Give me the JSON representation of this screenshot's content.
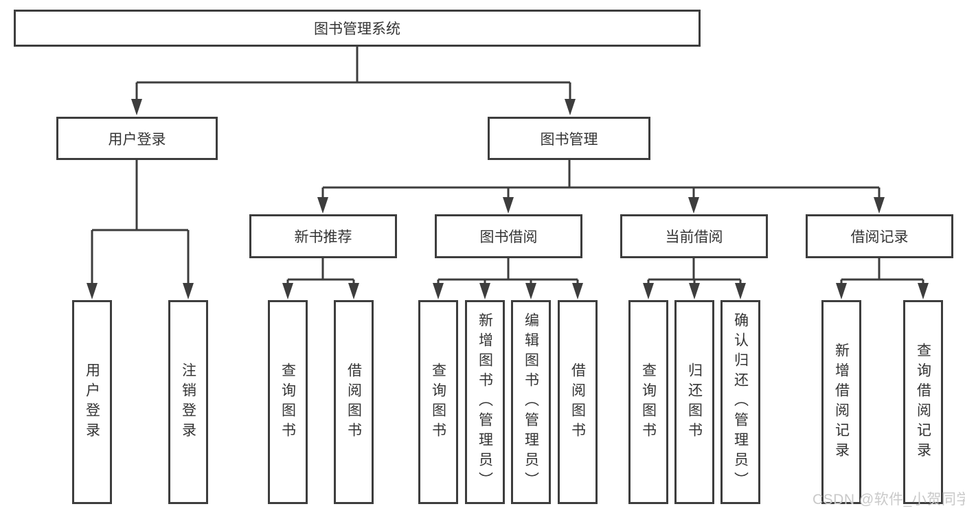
{
  "diagram": {
    "nodes": {
      "root": "图书管理系统",
      "user_login": "用户登录",
      "book_mgmt": "图书管理",
      "new_books": "新书推荐",
      "book_borrow": "图书借阅",
      "current_borrow": "当前借阅",
      "borrow_records": "借阅记录"
    },
    "leaves": {
      "user_login": [
        "用户登录",
        "注销登录"
      ],
      "new_books": [
        "查询图书",
        "借阅图书"
      ],
      "book_borrow": [
        "查询图书",
        "新增图书（管理员）",
        "编辑图书（管理员）",
        "借阅图书"
      ],
      "current_borrow": [
        "查询图书",
        "归还图书",
        "确认归还（管理员）"
      ],
      "borrow_records": [
        "新增借阅记录",
        "查询借阅记录"
      ]
    },
    "watermark": "CSDN @软件_小贺同学",
    "colors": {
      "line": "#3d3d3d",
      "background": "#ffffff",
      "watermark": "#c9c9c9"
    }
  }
}
